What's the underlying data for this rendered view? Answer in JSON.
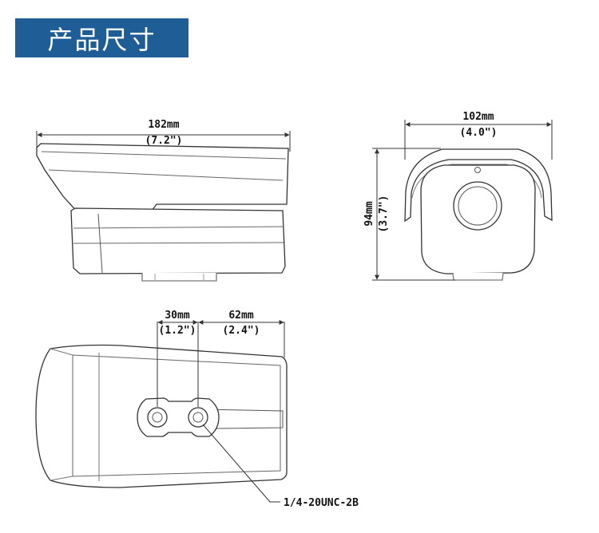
{
  "title": "产品尺寸",
  "dimensions": {
    "length_mm": "182mm",
    "length_in": "(7.2\")",
    "width_mm": "102mm",
    "width_in": "(4.0\")",
    "height_mm": "94mm",
    "height_in": "(3.7\")",
    "hole_spacing_mm": "30mm",
    "hole_spacing_in": "(1.2\")",
    "hole_offset_mm": "62mm",
    "hole_offset_in": "(2.4\")"
  },
  "callouts": {
    "thread": "1/4-20UNC-2B"
  },
  "colors": {
    "banner": "#1f5d97",
    "line": "#333333",
    "light_line": "#8a8a8a"
  }
}
